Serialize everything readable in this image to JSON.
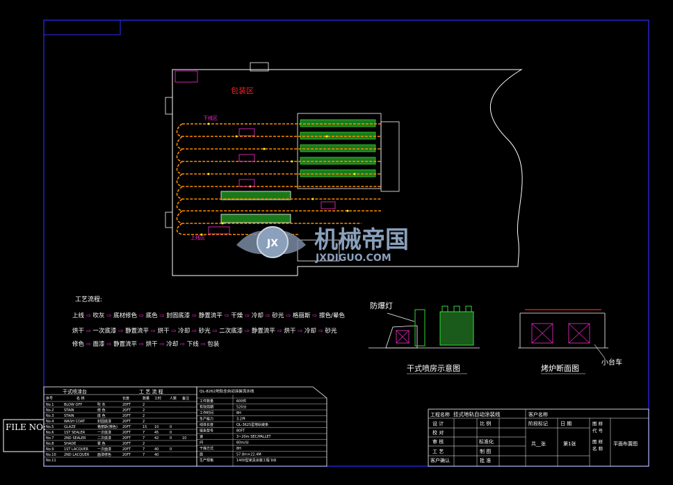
{
  "colors": {
    "bg": "#000000",
    "frame": "#2b2bff",
    "line": "#ffffff",
    "conveyor": "#ff8c00",
    "node": "#ffff00",
    "accent": "#ff2bd6",
    "green": "#33dd33",
    "red": "#ff2020",
    "text": "#ffffff"
  },
  "file_no_label": "FILE NO:",
  "plan": {
    "packing_area": "包装区",
    "unload_area": "下线区",
    "load_area": "上线区"
  },
  "watermark": {
    "cn": "机械帝国",
    "en": "JXDIGUO.COM",
    "badge": "JX"
  },
  "process": {
    "title": "工艺流程:",
    "line1": [
      "上线",
      "吹灰",
      "底材修色",
      "底色",
      "封固底漆",
      "静置流平",
      "干燥",
      "冷却",
      "砂光",
      "格丽斯",
      "擦色/晕色"
    ],
    "line2": [
      "烘干",
      "一次底漆",
      "静置流平",
      "烘干",
      "冷却",
      "砂光",
      "二次底漆",
      "静置流平",
      "烘干",
      "冷却",
      "砂光"
    ],
    "line3": [
      "修色",
      "面漆",
      "静置流平",
      "烘干",
      "冷却",
      "下线",
      "包装"
    ]
  },
  "detail_left": {
    "lamp_label": "防爆灯",
    "caption": "干式喷房示意图"
  },
  "detail_right": {
    "caption": "烤炉断面图",
    "cart_label": "小台车"
  },
  "equip_table": {
    "title": "干式喷漆台",
    "process_title": "工 艺 流 程",
    "headers": [
      "序号",
      "名 称",
      "长度",
      "数量",
      "工时",
      "人数",
      "备注"
    ],
    "rows": [
      [
        "No.1",
        "BLOW OFF",
        "吹 灰",
        "20FT",
        "2",
        "",
        "",
        "",
        ""
      ],
      [
        "No.2",
        "STAIN",
        "修 色",
        "20FT",
        "2",
        "",
        "",
        "",
        ""
      ],
      [
        "No.3",
        "STAIN",
        "底 色",
        "20FT",
        "2",
        "",
        "",
        "",
        ""
      ],
      [
        "No.4",
        "WASH COAT",
        "封固底漆",
        "20FT",
        "2",
        "",
        "",
        "",
        ""
      ],
      [
        "No.5",
        "GLAZE",
        "格丽斯(擦色)",
        "20FT",
        "15",
        "10",
        "0",
        "",
        ""
      ],
      [
        "No.6",
        "1ST SEALER",
        "一次底漆",
        "20FT",
        "7",
        "45",
        "0",
        "",
        ""
      ],
      [
        "No.7",
        "2ND SEALER",
        "二次底漆",
        "20FT",
        "7",
        "42",
        "0",
        "10",
        ""
      ],
      [
        "No.8",
        "SHADE",
        "晕 色",
        "20FT",
        "2",
        "",
        "",
        "",
        ""
      ],
      [
        "No.9",
        "1ST LACQUER",
        "一次面漆",
        "20FT",
        "7",
        "40",
        "0",
        "",
        ""
      ],
      [
        "No.10",
        "2ND LACQUER",
        "面漆修色",
        "20FT",
        "7",
        "40",
        "",
        "",
        ""
      ],
      [
        "No.11",
        "",
        "",
        "",
        "",
        "",
        "",
        "",
        ""
      ]
    ]
  },
  "spec_table": {
    "title": "QL-8262地轨全自动涂装流水线",
    "rows": [
      [
        "工件数量",
        "600件"
      ],
      [
        "有效周期",
        "520分"
      ],
      [
        "工作时间",
        "8H"
      ],
      [
        "生产能力",
        "3.2件"
      ],
      [
        "线体长度",
        "QL-3625型地轨链条"
      ],
      [
        "链条型号",
        "80FT"
      ],
      [
        "速",
        "3~20m SEC/PALLET"
      ],
      [
        "间",
        "60m/分"
      ],
      [
        "干燥方式",
        "8H"
      ],
      [
        "面",
        "57.8m×22.4M"
      ],
      [
        "生产规格",
        "1400型家具涂装工程 9点"
      ]
    ]
  },
  "title_block": {
    "project_label": "工程名称",
    "project_name": "挂式地轨自动涂装线",
    "client_label": "客户名称",
    "rows": [
      [
        "设 计",
        "",
        "比 例",
        "",
        "阶段标记",
        "日 期",
        "图 样"
      ],
      [
        "校 对",
        "",
        "",
        "",
        "",
        "",
        "代 号"
      ],
      [
        "审 核",
        "",
        "标准化",
        "",
        "共  张",
        "第1张",
        "图 样"
      ],
      [
        "工 艺",
        "",
        "制 图",
        "",
        "",
        "",
        "名 称"
      ],
      [
        "客户确认",
        "",
        "批 准",
        "",
        "",
        "",
        ""
      ]
    ],
    "stage_label": "阶段标记",
    "date_label": "日 期",
    "code_label": "图 样 代 号",
    "sheet_total": "共__张",
    "sheet_no": "第1张",
    "name_label": "图 样 名 称",
    "drawing_name": "平面布置图",
    "scale_label": "比 例",
    "design": "设 计",
    "check": "校 对",
    "review": "审 核",
    "craft": "工 艺",
    "client_confirm": "客户确认",
    "std": "标准化",
    "draw": "制 图",
    "approve": "批 准"
  }
}
